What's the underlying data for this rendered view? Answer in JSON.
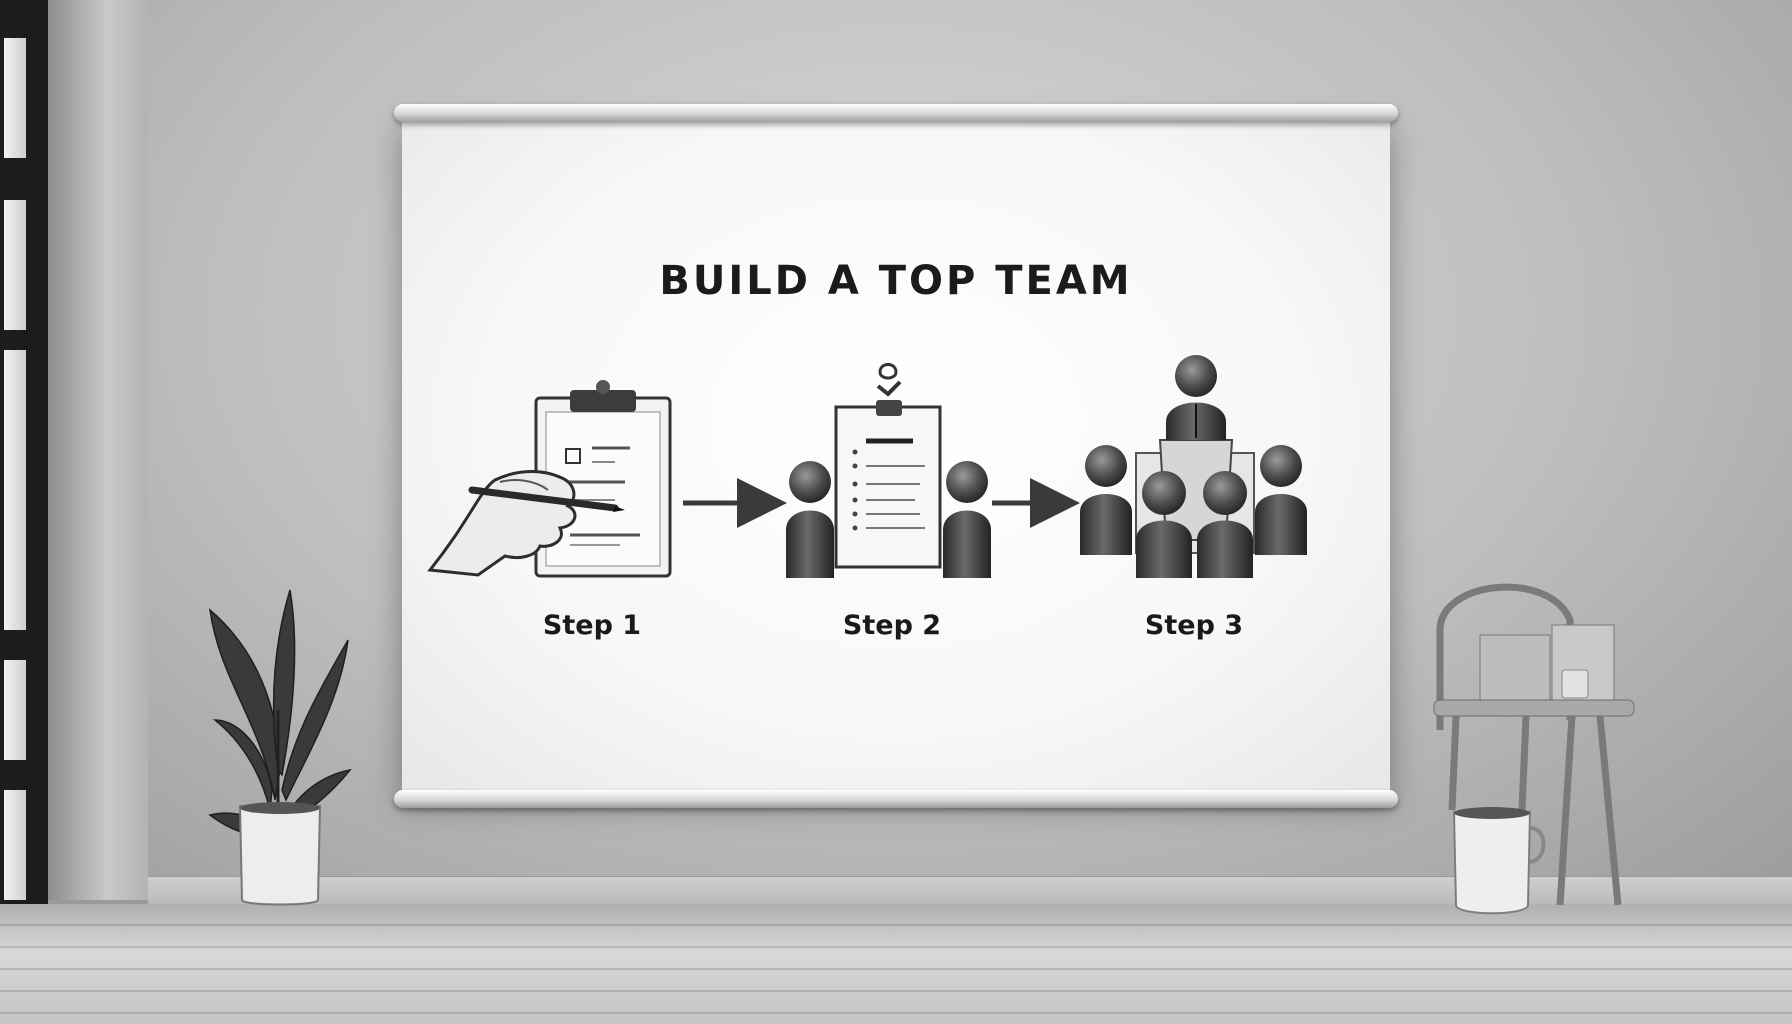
{
  "screen": {
    "title": "BUILD A TOP TEAM",
    "steps": [
      {
        "label": "Step 1"
      },
      {
        "label": "Step 2"
      },
      {
        "label": "Step 3"
      }
    ]
  },
  "icons": [
    "clipboard-checklist-icon",
    "hand-pen-icon",
    "arrow-right-icon",
    "document-icon",
    "person-icon",
    "podium-icon",
    "team-group-icon"
  ]
}
